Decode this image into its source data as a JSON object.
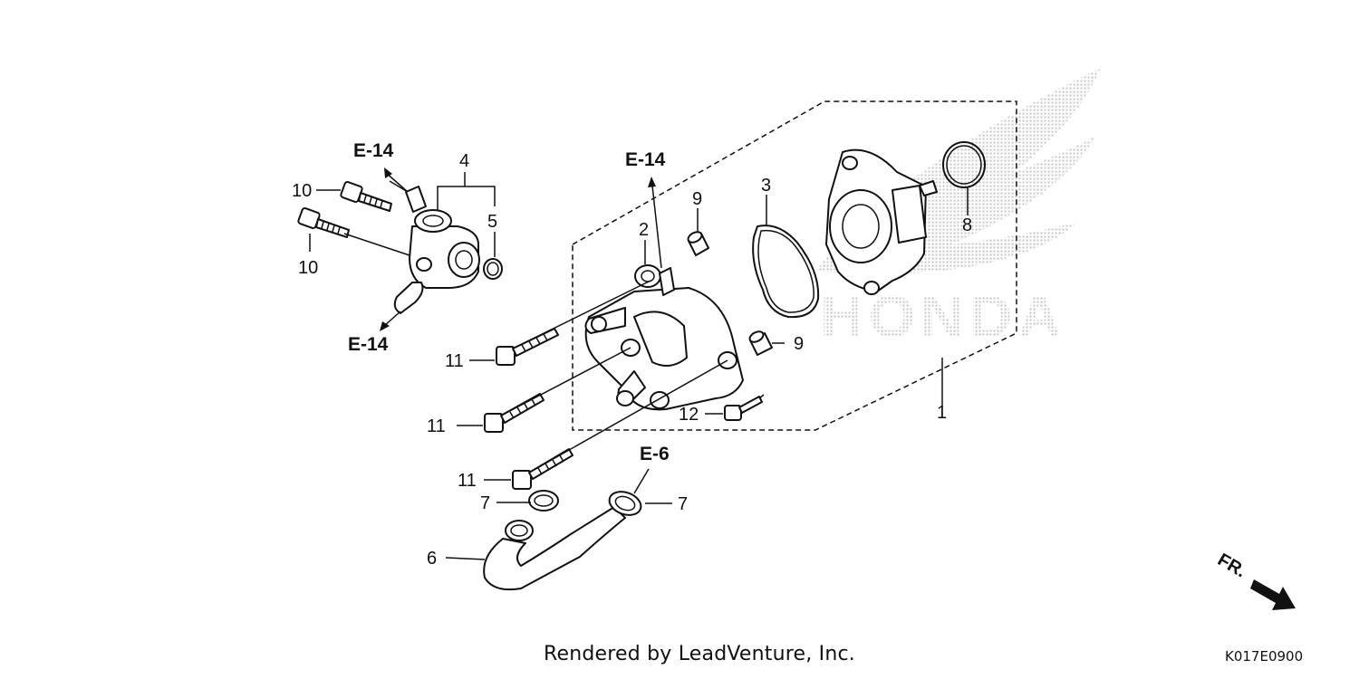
{
  "callouts": {
    "ref_e14_top_left": "E-14",
    "ref_e14_bottom_left": "E-14",
    "ref_e14_center": "E-14",
    "ref_e6": "E-6",
    "n1": "1",
    "n2": "2",
    "n3": "3",
    "n4": "4",
    "n5": "5",
    "n6": "6",
    "n7a": "7",
    "n7b": "7",
    "n8": "8",
    "n9a": "9",
    "n9b": "9",
    "n10a": "10",
    "n10b": "10",
    "n11a": "11",
    "n11b": "11",
    "n11c": "11",
    "n12": "12"
  },
  "direction_label": "FR.",
  "watermark_text": "HONDA",
  "footer": {
    "credit": "Rendered by LeadVenture, Inc.",
    "diagram_code": "K017E0900"
  },
  "colors": {
    "line": "#111111",
    "watermark": "#c8c8c8"
  }
}
